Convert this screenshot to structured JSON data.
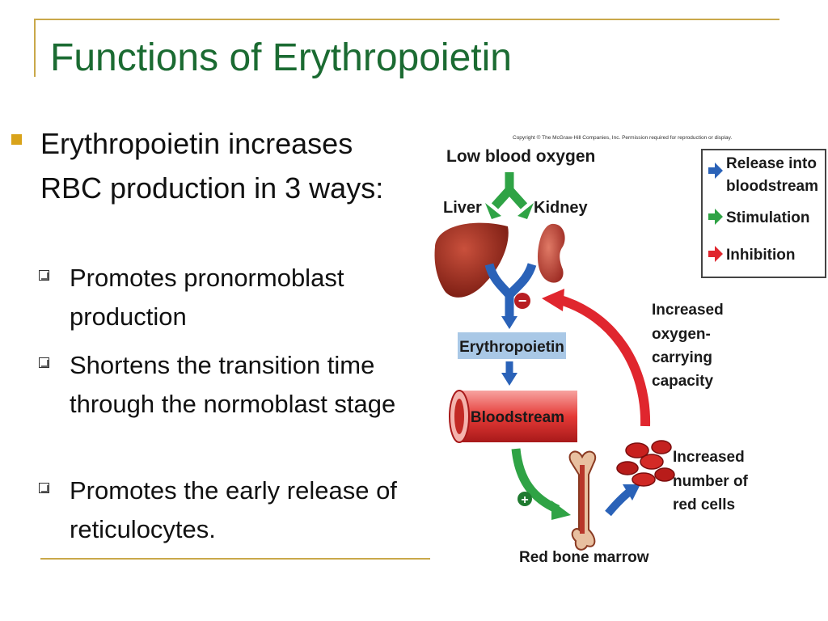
{
  "slide": {
    "title": "Functions of Erythropoietin",
    "main_bullet": "Erythropoietin increases RBC production in 3 ways:",
    "sub_bullets": [
      "Promotes pronormoblast production",
      "Shortens the transition time through the normoblast stage",
      "Promotes the early release of reticulocytes."
    ]
  },
  "diagram": {
    "copyright": "Copyright © The McGraw-Hill Companies, Inc. Permission required for reproduction or display.",
    "low_blood_oxygen": "Low blood oxygen",
    "liver": "Liver",
    "kidney": "Kidney",
    "erythropoietin": "Erythropoietin",
    "bloodstream": "Bloodstream",
    "red_bone_marrow": "Red bone marrow",
    "increased_capacity": [
      "Increased",
      "oxygen-",
      "carrying",
      "capacity"
    ],
    "increased_cells": [
      "Increased",
      "number of",
      "red cells"
    ],
    "minus_sign": "−",
    "plus_sign": "+",
    "legend": {
      "release_line1": "Release into",
      "release_line2": "bloodstream",
      "stimulation": "Stimulation",
      "inhibition": "Inhibition"
    },
    "colors": {
      "release": "#2a62b8",
      "stimulation": "#2fa345",
      "inhibition": "#e0262e"
    }
  }
}
